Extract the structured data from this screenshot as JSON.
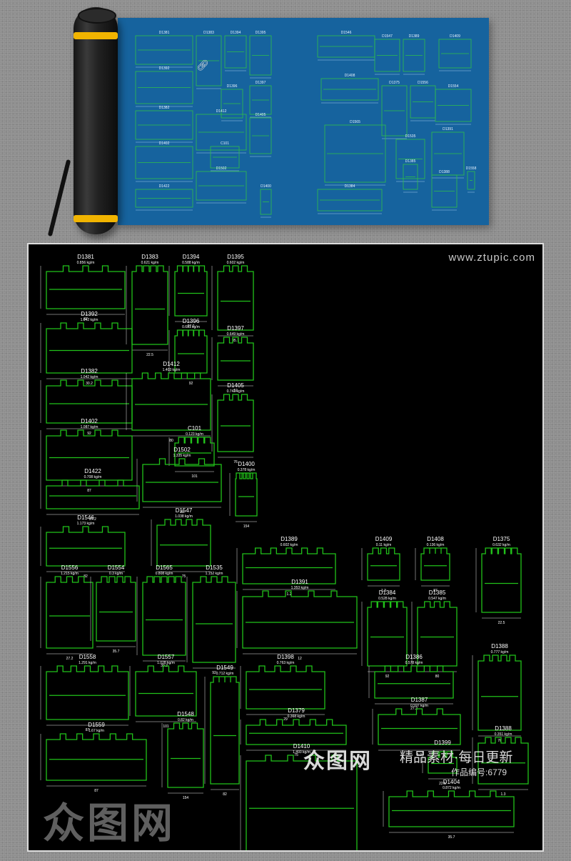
{
  "watermark": {
    "site": "www.ztupic.com",
    "logo": "众图网",
    "tagline": "精品素材·每日更新",
    "work_id": "作品编号:6779"
  },
  "colors": {
    "sheet": "#16639e",
    "panel": "#000000",
    "profile": "#21c21a",
    "band": "#f1b400"
  },
  "parts": [
    {
      "code": "D1381",
      "weight": "0.856 kg/m"
    },
    {
      "code": "D1383",
      "weight": "0.621 kg/m"
    },
    {
      "code": "D1394",
      "weight": "0.588 kg/m"
    },
    {
      "code": "D1395",
      "weight": "0.602 kg/m"
    },
    {
      "code": "D1392",
      "weight": "1.042 kg/m"
    },
    {
      "code": "D1396",
      "weight": "0.691 kg/m"
    },
    {
      "code": "D1397",
      "weight": "0.649 kg/m"
    },
    {
      "code": "D1382",
      "weight": "1.042 kg/m"
    },
    {
      "code": "D1412",
      "weight": "1.403 kg/m"
    },
    {
      "code": "D1405",
      "weight": "0.742 kg/m"
    },
    {
      "code": "D1402",
      "weight": "1.087 kg/m"
    },
    {
      "code": "C101",
      "weight": "0.123 kg/m"
    },
    {
      "code": "D1502",
      "weight": "1.335 kg/m"
    },
    {
      "code": "D1422",
      "weight": "0.708 kg/m"
    },
    {
      "code": "D1400",
      "weight": "0.378 kg/m"
    },
    {
      "code": "D1546",
      "weight": "1.173 kg/m"
    },
    {
      "code": "D1547",
      "weight": "1.038 kg/m"
    },
    {
      "code": "D1389",
      "weight": "0.602 kg/m"
    },
    {
      "code": "D1409",
      "weight": "0.11 kg/m"
    },
    {
      "code": "D1408",
      "weight": "0.136 kg/m"
    },
    {
      "code": "D1375",
      "weight": "0.632 kg/m"
    },
    {
      "code": "D1556",
      "weight": "1.215 kg/m"
    },
    {
      "code": "D1554",
      "weight": "0.3 kg/m"
    },
    {
      "code": "D1565",
      "weight": "0.808 kg/m"
    },
    {
      "code": "D1535",
      "weight": "1.152 kg/m"
    },
    {
      "code": "D1391",
      "weight": "1.353 kg/m"
    },
    {
      "code": "D1384",
      "weight": "0.528 kg/m"
    },
    {
      "code": "D1385",
      "weight": "0.547 kg/m"
    },
    {
      "code": "D1388",
      "weight": "0.777 kg/m"
    },
    {
      "code": "D1558",
      "weight": "1.291 kg/m"
    },
    {
      "code": "D1557",
      "weight": "1.028 kg/m"
    },
    {
      "code": "D1398",
      "weight": "0.763 kg/m"
    },
    {
      "code": "D1386",
      "weight": "0.578 kg/m"
    },
    {
      "code": "D1548",
      "weight": "0.82 kg/m"
    },
    {
      "code": "D1549",
      "weight": "0.712 kg/m"
    },
    {
      "code": "D1379",
      "weight": "0.368 kg/m"
    },
    {
      "code": "D1387",
      "weight": "0.597 kg/m"
    },
    {
      "code": "D1388",
      "weight": "0.351 kg/m"
    },
    {
      "code": "D1559",
      "weight": "1.67 kg/m"
    },
    {
      "code": "D1399",
      "weight": ""
    },
    {
      "code": "D1410",
      "weight": "1.493 kg/m"
    },
    {
      "code": "D1404",
      "weight": "0.872 kg/m"
    }
  ],
  "dims": [
    "87",
    "22.5",
    "27.2",
    "35.7",
    "30.2",
    "92",
    "12",
    "92",
    "80",
    "76",
    "87",
    "101",
    "29",
    "27.2",
    "154",
    "82",
    "75",
    "1.2",
    "1.3"
  ]
}
